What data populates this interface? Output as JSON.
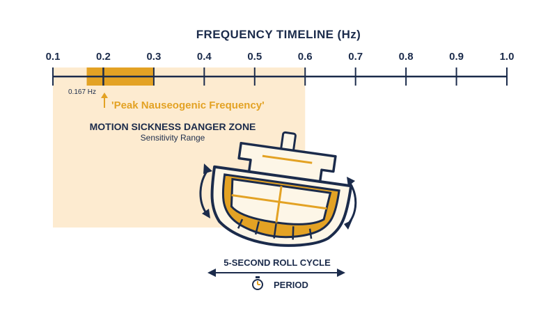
{
  "title": "FREQUENCY TIMELINE (Hz)",
  "timeline": {
    "min": 0.1,
    "max": 1.0,
    "ticks": [
      "0.1",
      "0.2",
      "0.3",
      "0.4",
      "0.5",
      "0.6",
      "0.7",
      "0.8",
      "0.9",
      "1.0"
    ]
  },
  "danger_zone": {
    "title": "MOTION SICKNESS DANGER ZONE",
    "subtitle": "Sensitivity Range",
    "range_hz": [
      0.1,
      0.6
    ],
    "highlight_hz": [
      0.167,
      0.3
    ]
  },
  "marker": {
    "label": "0.167 Hz",
    "value_hz": 0.2,
    "peak_label": "'Peak Nauseogenic Frequency'"
  },
  "cycle": {
    "label": "5-SECOND ROLL CYCLE",
    "period_label": "PERIOD"
  },
  "colors": {
    "navy": "#1b2b4b",
    "gold": "#e3a224",
    "zone_fill": "#fdebd0",
    "cream": "#fdf6e7"
  },
  "icons": [
    "ship-icon",
    "stopwatch-icon",
    "roll-arrow-icon"
  ]
}
